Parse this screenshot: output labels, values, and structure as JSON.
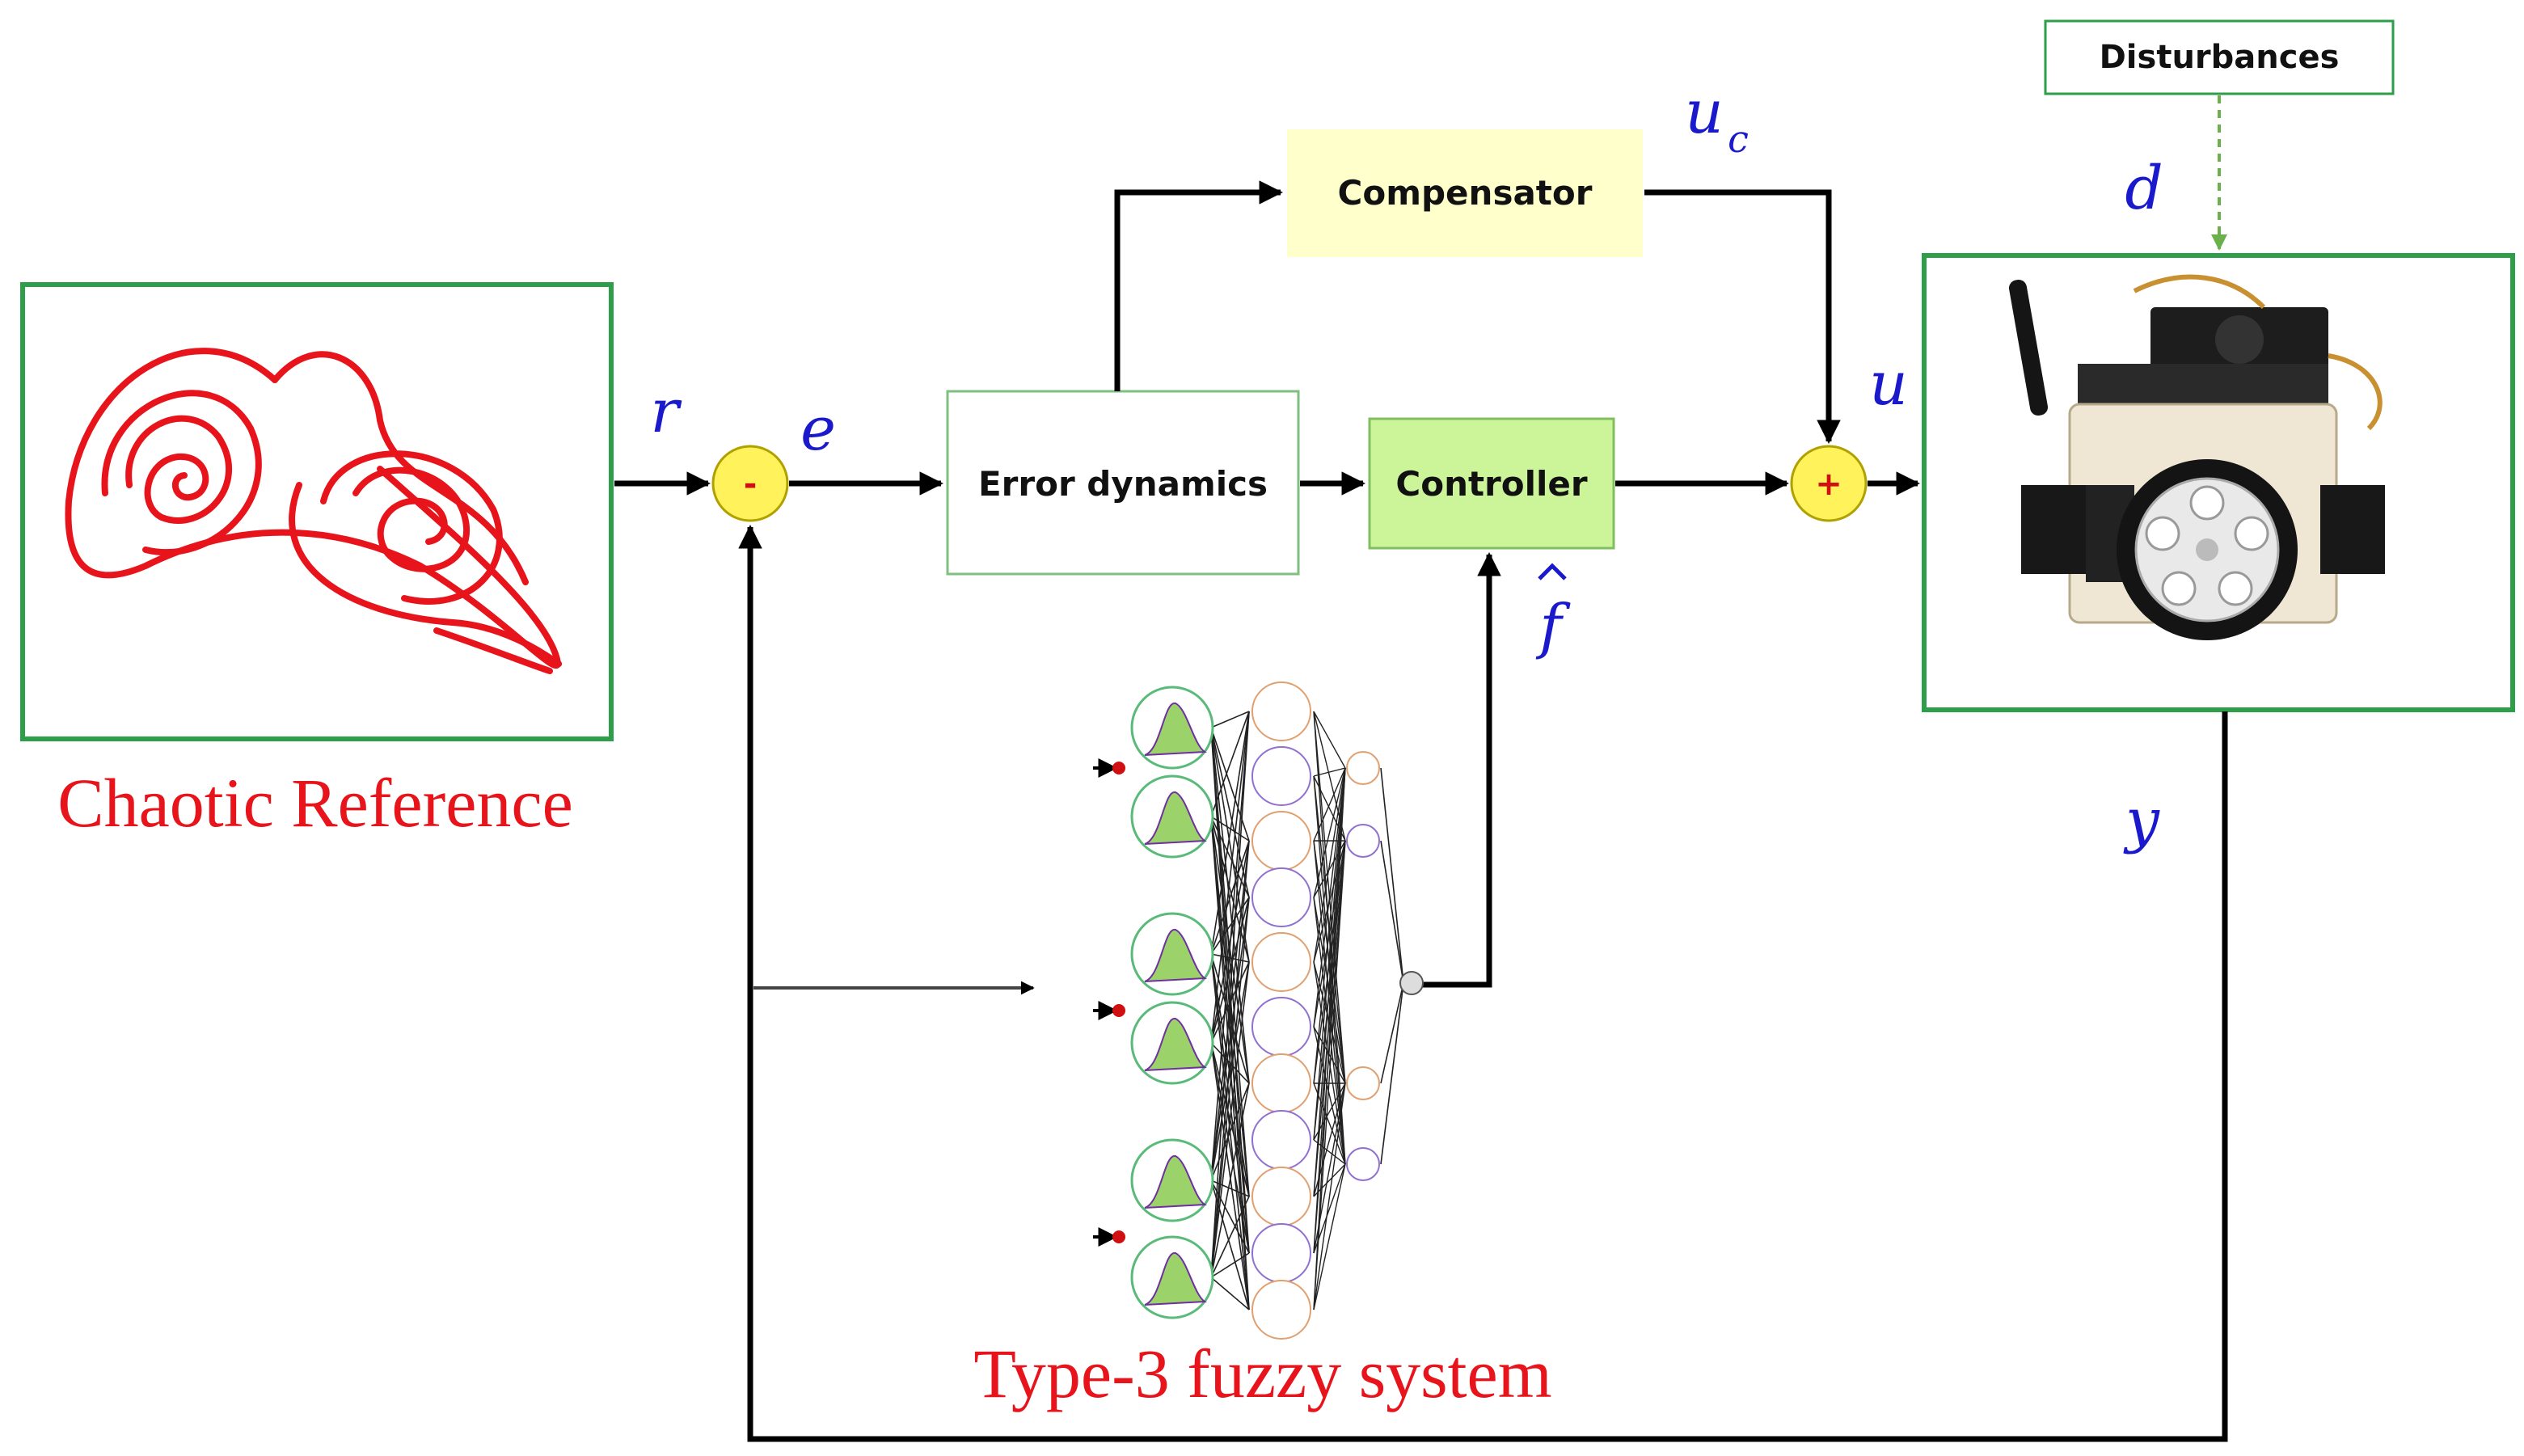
{
  "blocks": {
    "disturbances": "Disturbances",
    "compensator": "Compensator",
    "error_dynamics": "Error dynamics",
    "controller": "Controller"
  },
  "signals": {
    "r": "r",
    "e": "e",
    "u": "u",
    "u_c_base": "u",
    "u_c_sub": "c",
    "f_hat": "f",
    "d": "d",
    "y": "y"
  },
  "operators": {
    "minus": "-",
    "plus": "+"
  },
  "captions": {
    "reference": "Chaotic Reference",
    "fuzzy": "Type-3 fuzzy system"
  },
  "colors": {
    "accent_green": "#2e9e4a",
    "block_yellow": "#ffffcc",
    "block_green": "#ccf59a",
    "summer_yellow": "#fff25a",
    "signal_blue": "#1a1acc",
    "caption_red": "#e8141c"
  },
  "icons": [
    "chaotic-attractor-icon",
    "robot-icon",
    "fuzzy-network-icon"
  ]
}
